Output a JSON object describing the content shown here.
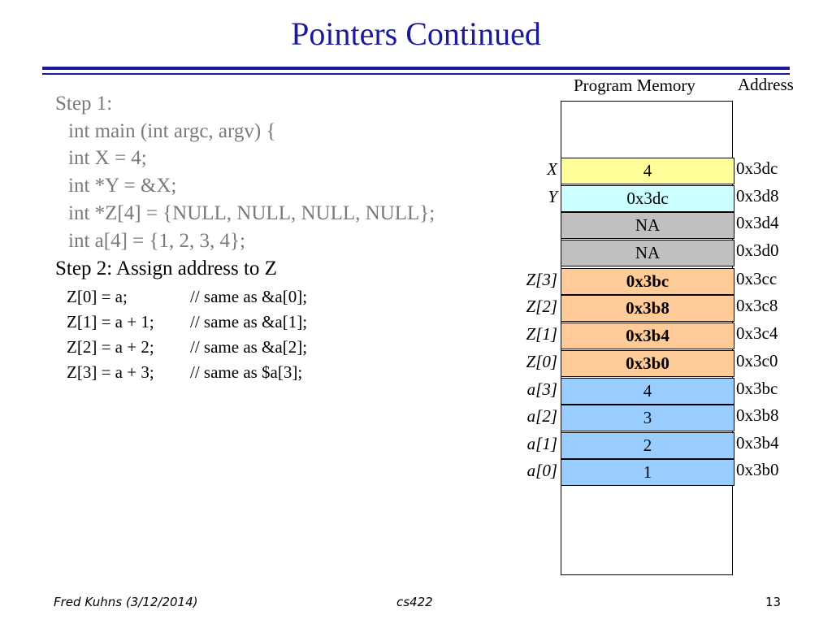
{
  "title": "Pointers Continued",
  "code": {
    "step1": "Step 1:",
    "lines": [
      "int main (int argc, argv) {",
      "int X = 4;",
      "int *Y = &X;",
      "int *Z[4] = {NULL, NULL, NULL, NULL};",
      "int a[4] = {1, 2, 3, 4};"
    ],
    "step2": "Step 2: Assign address to Z",
    "assignments": [
      {
        "stmt": "Z[0] = a;",
        "comment": "// same as &a[0];"
      },
      {
        "stmt": "Z[1] = a + 1;",
        "comment": "// same as &a[1];"
      },
      {
        "stmt": "Z[2] = a + 2;",
        "comment": "// same as &a[2];"
      },
      {
        "stmt": "Z[3] = a + 3;",
        "comment": "// same as $a[3];"
      }
    ]
  },
  "memory": {
    "header_program": "Program Memory",
    "header_address": "Address",
    "colors": {
      "yellow": "#ffff99",
      "cyan": "#ccffff",
      "gray": "#c0c0c0",
      "orange": "#ffcc99",
      "blue": "#99ccff"
    },
    "cells": [
      {
        "label": "X",
        "value": "4",
        "address": "0x3dc"
      },
      {
        "label": "Y",
        "value": "0x3dc",
        "address": "0x3d8"
      },
      {
        "label": "",
        "value": "NA",
        "address": "0x3d4"
      },
      {
        "label": "",
        "value": "NA",
        "address": "0x3d0"
      },
      {
        "label": "Z[3]",
        "value": "0x3bc",
        "address": "0x3cc"
      },
      {
        "label": "Z[2]",
        "value": "0x3b8",
        "address": "0x3c8"
      },
      {
        "label": "Z[1]",
        "value": "0x3b4",
        "address": "0x3c4"
      },
      {
        "label": "Z[0]",
        "value": "0x3b0",
        "address": "0x3c0"
      },
      {
        "label": "a[3]",
        "value": "4",
        "address": "0x3bc"
      },
      {
        "label": "a[2]",
        "value": "3",
        "address": "0x3b8"
      },
      {
        "label": "a[1]",
        "value": "2",
        "address": "0x3b4"
      },
      {
        "label": "a[0]",
        "value": "1",
        "address": "0x3b0"
      }
    ]
  },
  "footer": {
    "author": "Fred Kuhns (3/12/2014)",
    "course": "cs422",
    "page": "13"
  }
}
